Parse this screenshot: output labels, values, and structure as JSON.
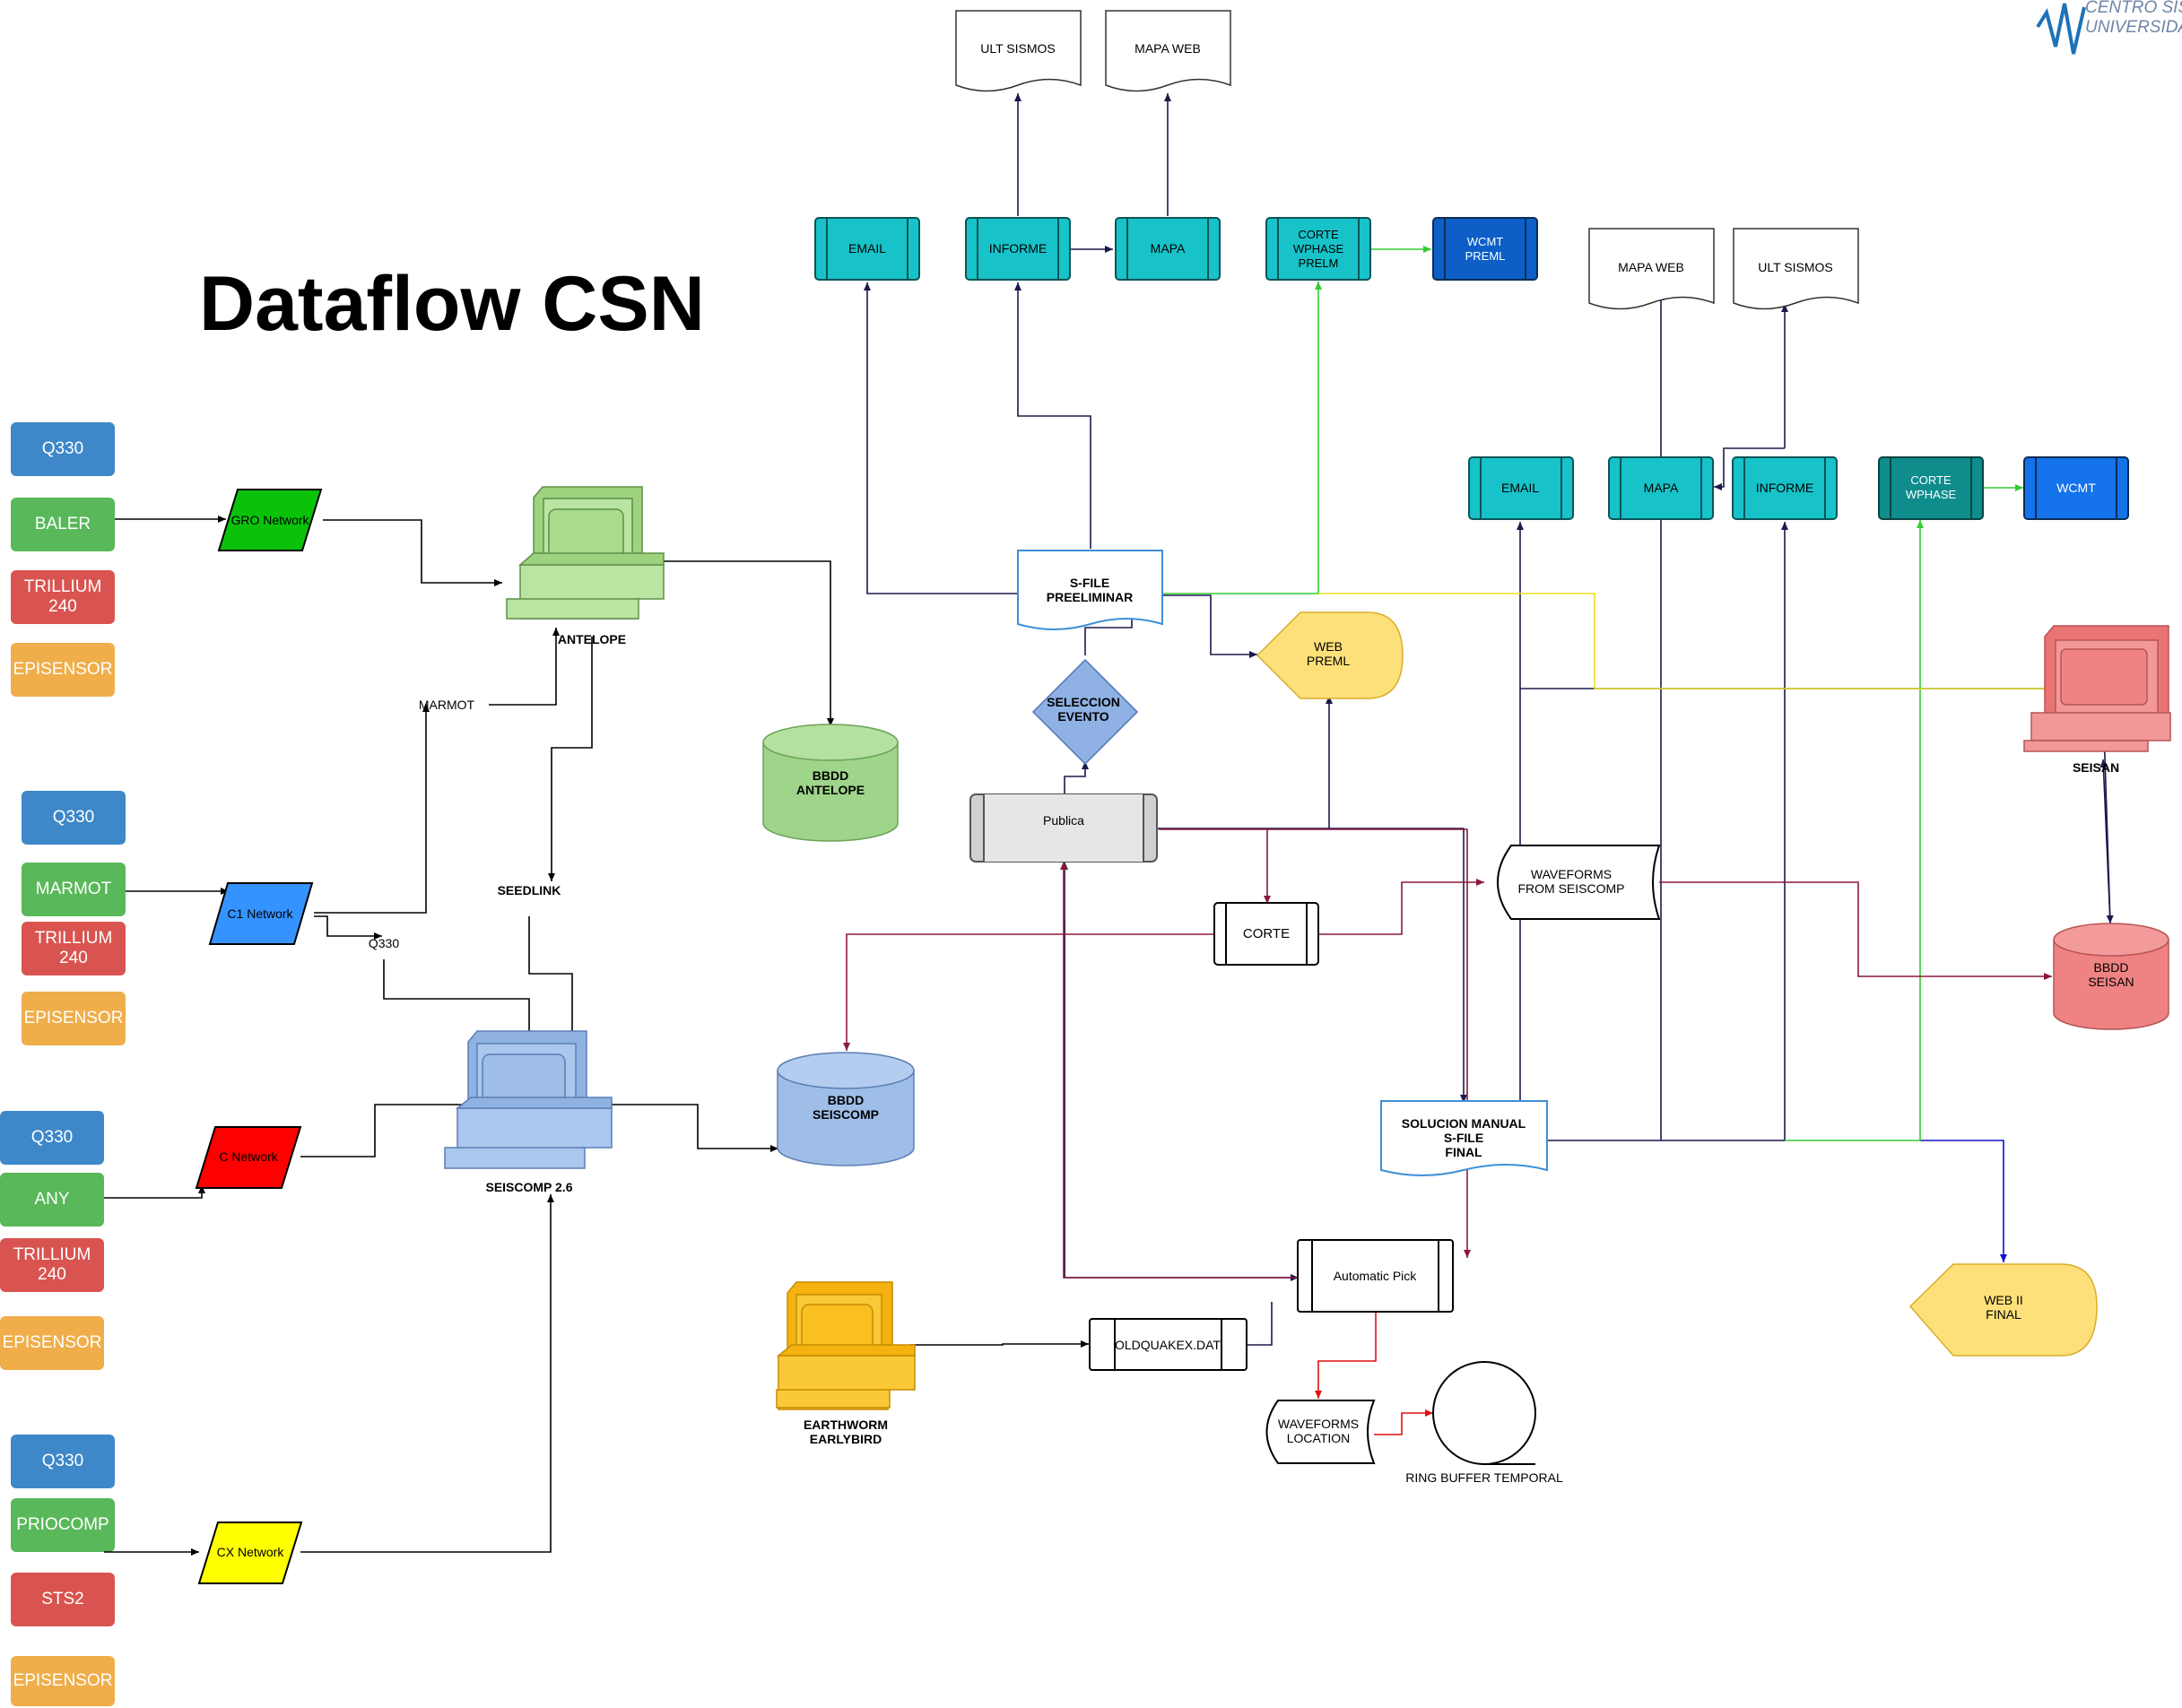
{
  "title": "Dataflow CSN",
  "logo": {
    "line1": "CENTRO SISMO",
    "line2": "UNIVERSIDAD D"
  },
  "sensor_groups": [
    [
      "Q330",
      "BALER",
      "TRILLIUM\n240",
      "EPISENSOR"
    ],
    [
      "Q330",
      "MARMOT",
      "TRILLIUM\n240",
      "EPISENSOR"
    ],
    [
      "Q330",
      "ANY",
      "TRILLIUM\n240",
      "EPISENSOR"
    ],
    [
      "Q330",
      "PRIOCOMP",
      "STS2",
      "EPISENSOR"
    ]
  ],
  "networks": {
    "gro": "GRO Network",
    "c1": "C1 Network",
    "c": "C Network",
    "cx": "CX Network"
  },
  "computers": {
    "antelope": "ANTELOPE",
    "seiscomp": "SEISCOMP 2.6",
    "earthworm": [
      "EARTHWORM",
      "EARLYBIRD"
    ],
    "seisan": "SEISAN"
  },
  "databases": {
    "antelope": [
      "BBDD",
      "ANTELOPE"
    ],
    "seiscomp": [
      "BBDD",
      "SEISCOMP"
    ],
    "seisan": [
      "BBDD",
      "SEISAN"
    ]
  },
  "labels": {
    "marmot": "MARMOT",
    "q330": "Q330",
    "seedlink": "SEEDLINK",
    "ring_buffer": "RING BUFFER TEMPORAL"
  },
  "processes": {
    "email_top": "EMAIL",
    "informe_top": "INFORME",
    "mapa_top": "MAPA",
    "corte_wphase_prelm": [
      "CORTE",
      "WPHASE",
      "PRELM"
    ],
    "wcmt_preml": [
      "WCMT",
      "PREML"
    ],
    "email_right": "EMAIL",
    "mapa_right": "MAPA",
    "informe_right": "INFORME",
    "corte_wphase": [
      "CORTE",
      "WPHASE"
    ],
    "wcmt": "WCMT",
    "publica": "Publica",
    "corte": "CORTE",
    "automatic_pick": "Automatic Pick",
    "oldquakex": "OLDQUAKEX.DAT"
  },
  "documents": {
    "ult_sismos_top": "ULT SISMOS",
    "mapa_web_top": "MAPA WEB",
    "mapa_web_right": "MAPA WEB",
    "ult_sismos_right": "ULT SISMOS",
    "sfile_prelim": [
      "S-FILE",
      "PREELIMINAR"
    ],
    "solucion_manual": [
      "SOLUCION MANUAL",
      "S-FILE",
      "FINAL"
    ]
  },
  "displays": {
    "web_preml": [
      "WEB",
      "PREML"
    ],
    "web_ii_final": [
      "WEB II",
      "FINAL"
    ]
  },
  "decision": [
    "SELECCION",
    "EVENTO"
  ],
  "storage": {
    "waveforms_seiscomp": [
      "WAVEFORMS",
      "FROM SEISCOMP"
    ],
    "waveforms_location": [
      "WAVEFORMS",
      "LOCATION"
    ]
  },
  "colors": {
    "teal": "#17c2c9",
    "dark_teal": "#0f8c8c",
    "wcmt_preml": "#0d5fc7",
    "wcmt": "#1472ea",
    "gro_network": "#0ac20a",
    "c1_network": "#3593ff",
    "c_network": "#ff0000",
    "cx_network": "#ffff00",
    "antelope": "#a8dc8c",
    "seiscomp": "#9ebee8",
    "earthworm": "#f9c020",
    "seisan": "#ef8383",
    "web": "#fde07a"
  }
}
